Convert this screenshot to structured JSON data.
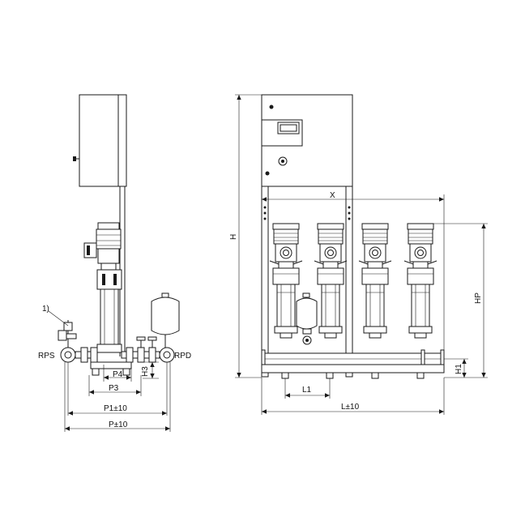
{
  "callouts": {
    "note": "1)",
    "suction": "RPS",
    "discharge": "RPD"
  },
  "dimensions": {
    "p4": "P4",
    "h3": "H3",
    "p3": "P3",
    "p1": "P1±10",
    "p": "P±10",
    "h": "H",
    "x": "X",
    "hp": "HP",
    "h1": "H1",
    "l1": "L1",
    "l": "L±10"
  }
}
